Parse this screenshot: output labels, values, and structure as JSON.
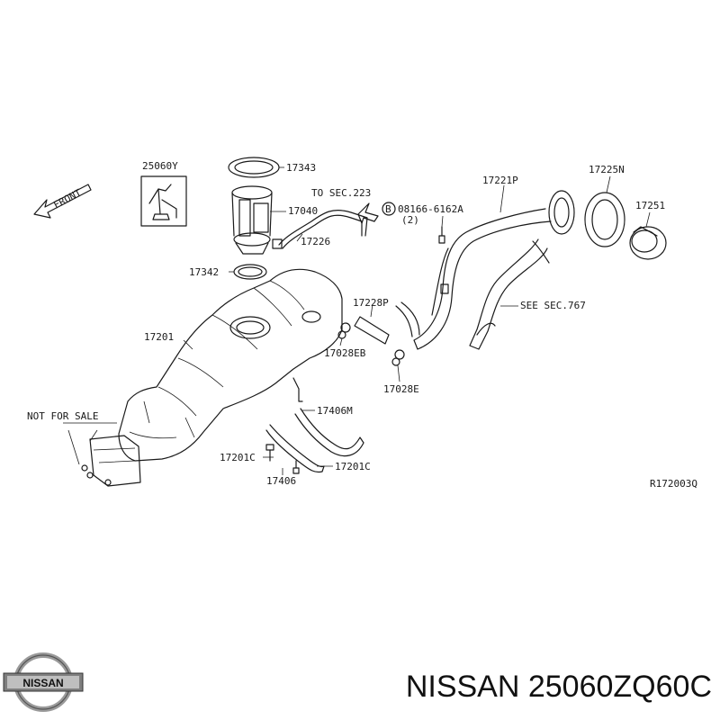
{
  "labels": {
    "front": "FRONT",
    "p25060Y": "25060Y",
    "p17343": "17343",
    "p17040": "17040",
    "to_sec": "TO SEC.223",
    "bolt_circle": "B",
    "bolt_num": "08166-6162A",
    "bolt_qty": "(2)",
    "p17226": "17226",
    "p17221P": "17221P",
    "p17225N": "17225N",
    "p17251": "17251",
    "p17342": "17342",
    "p17228P": "17228P",
    "see_sec": "SEE SEC.767",
    "p17201": "17201",
    "p17028EB": "17028EB",
    "p17028E": "17028E",
    "p17406M": "17406M",
    "not_for_sale": "NOT FOR SALE",
    "p17201C_left": "17201C",
    "p17201C_right": "17201C",
    "p17406": "17406",
    "ref_code": "R172003Q"
  },
  "footer": {
    "logo_text": "NISSAN",
    "part_title": "NISSAN 25060ZQ60C"
  }
}
